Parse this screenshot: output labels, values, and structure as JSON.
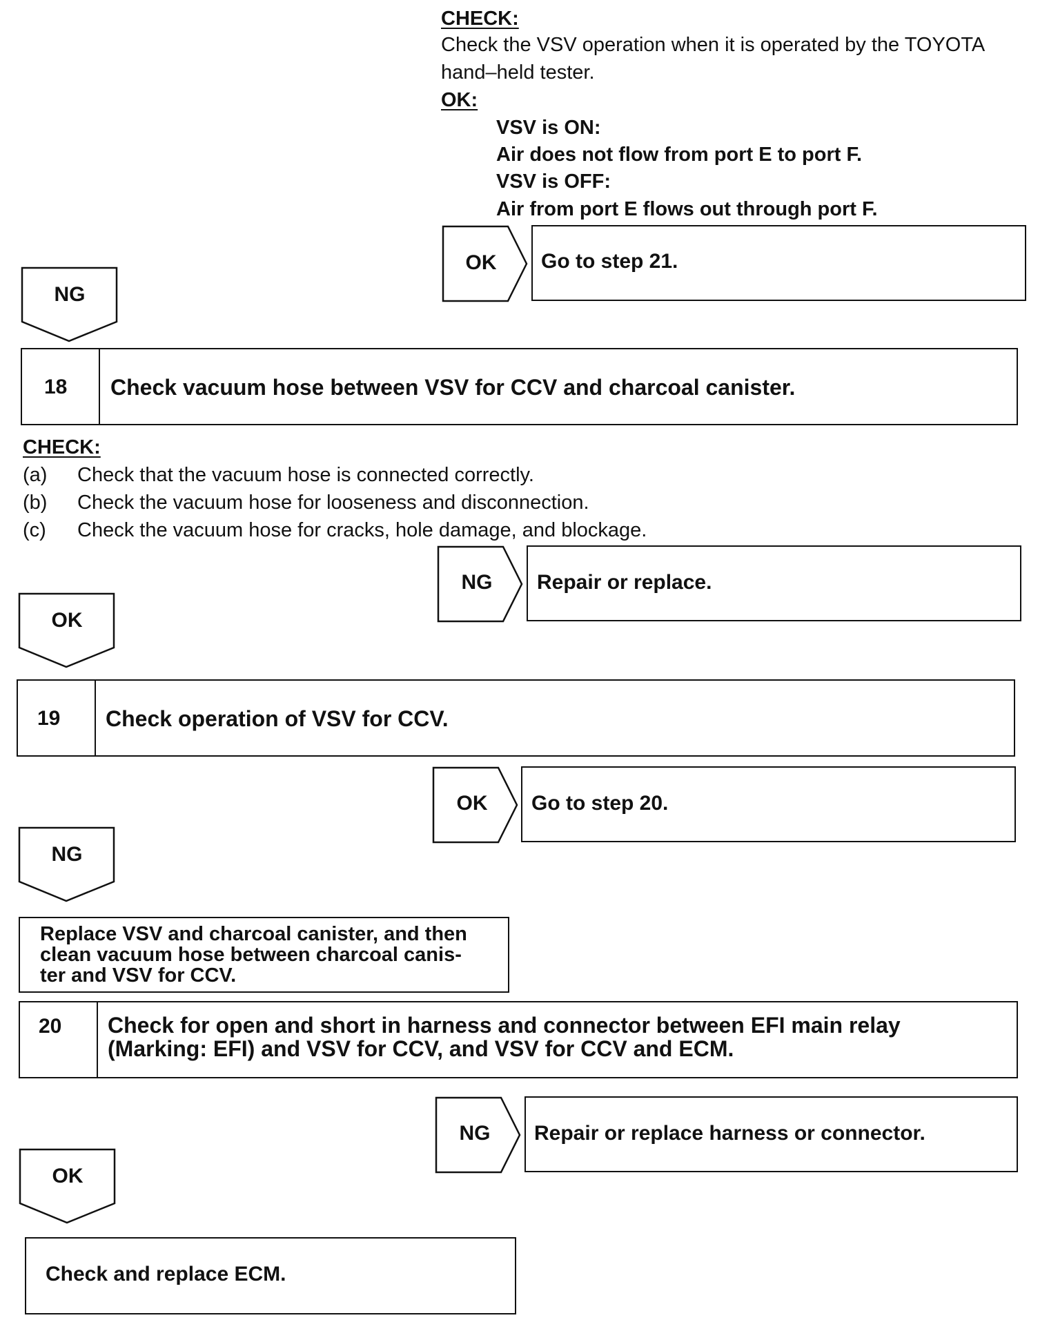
{
  "check_vsv_tester": {
    "heading": "CHECK:",
    "line1": "Check the VSV operation when it is operated by the TOYOTA",
    "line2": "hand–held tester.",
    "ok_heading": "OK:",
    "ok_lines": [
      "VSV is ON:",
      "Air does not flow from port E to port F.",
      "VSV is OFF:",
      "Air from port E flows out through port F."
    ]
  },
  "branch_a": {
    "ok_label": "OK",
    "ok_result": "Go to step 21.",
    "ng_label": "NG"
  },
  "step18": {
    "number": "18",
    "title": "Check vacuum hose between VSV for CCV and charcoal canister.",
    "check_heading": "CHECK:",
    "items": [
      {
        "marker": "(a)",
        "text": "Check that the vacuum hose is connected correctly."
      },
      {
        "marker": "(b)",
        "text": "Check the vacuum hose for looseness and disconnection."
      },
      {
        "marker": "(c)",
        "text": "Check the vacuum hose for cracks, hole damage, and blockage."
      }
    ],
    "ng_label": "NG",
    "ng_result": "Repair or replace.",
    "ok_label": "OK"
  },
  "step19": {
    "number": "19",
    "title": "Check operation of VSV for CCV.",
    "ok_label": "OK",
    "ok_result": "Go to step 20.",
    "ng_label": "NG",
    "ng_action_lines": [
      "Replace VSV and charcoal canister, and then",
      "clean vacuum hose between charcoal canis-",
      "ter and VSV for CCV."
    ]
  },
  "step20": {
    "number": "20",
    "title_lines": [
      "Check for open and short in harness and connector between EFI main relay",
      "(Marking: EFI) and VSV for CCV, and VSV for CCV and ECM."
    ],
    "ng_label": "NG",
    "ng_result": "Repair or replace harness or connector.",
    "ok_label": "OK",
    "final_action": "Check and replace ECM."
  }
}
